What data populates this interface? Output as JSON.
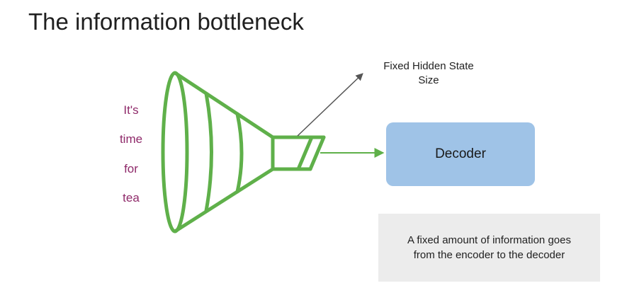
{
  "title": "The information bottleneck",
  "input_words": [
    "It's",
    "time",
    "for",
    "tea"
  ],
  "hidden_state_label": [
    "Fixed Hidden State",
    "Size"
  ],
  "decoder_label": "Decoder",
  "note_lines": [
    "A fixed amount of information goes",
    "from the encoder to the decoder"
  ],
  "colors": {
    "funnel": "#5fb04a",
    "decoder_fill": "#9fc3e7",
    "words": "#8f2a6a",
    "note_fill": "#ececec",
    "arrow_dark": "#555555"
  }
}
